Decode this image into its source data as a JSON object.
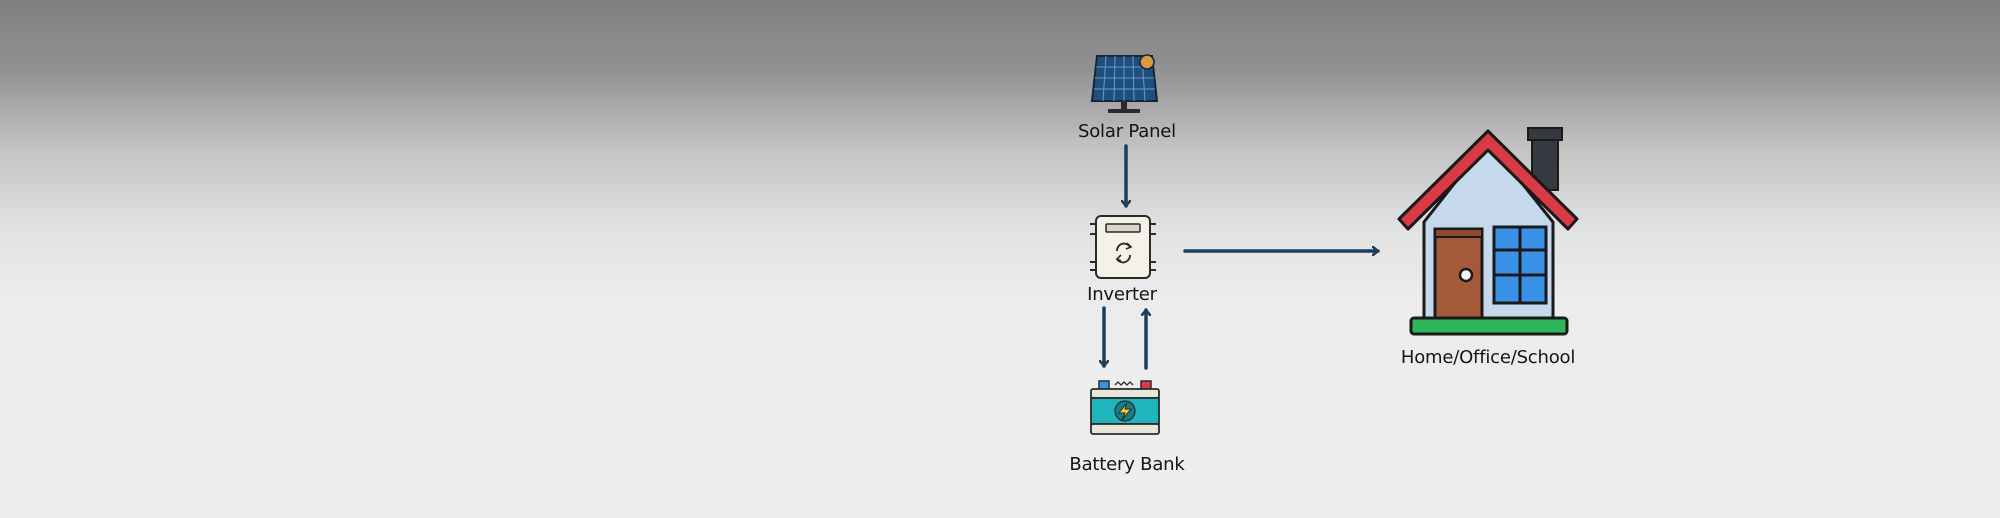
{
  "nodes": {
    "solar_panel": {
      "label": "Solar Panel",
      "icon": "solar-panel-icon"
    },
    "inverter": {
      "label": "Inverter",
      "icon": "inverter-icon"
    },
    "battery_bank": {
      "label": "Battery Bank",
      "icon": "battery-icon"
    },
    "home": {
      "label": "Home/Office/School",
      "icon": "house-icon"
    }
  },
  "edges": [
    {
      "from": "solar_panel",
      "to": "inverter"
    },
    {
      "from": "inverter",
      "to": "battery_bank"
    },
    {
      "from": "battery_bank",
      "to": "inverter"
    },
    {
      "from": "inverter",
      "to": "home"
    }
  ],
  "colors": {
    "arrow": "#1e3f5c",
    "roof": "#d93a45",
    "door": "#a45a3a",
    "window": "#3a92e6",
    "wall": "#c6d8ec",
    "battery": "#1fb5bd",
    "lawn": "#2fb55a"
  }
}
